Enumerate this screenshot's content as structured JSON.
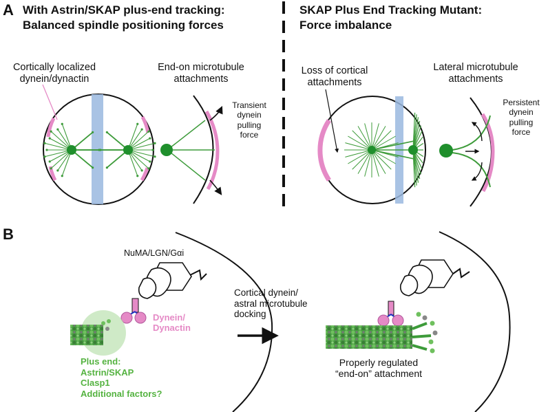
{
  "panel_a": {
    "letter": "A",
    "left_title_1": "With Astrin/SKAP plus-end tracking:",
    "left_title_2": "Balanced spindle positioning forces",
    "right_title_1": "SKAP Plus End Tracking Mutant:",
    "right_title_2": "Force imbalance",
    "cortical_label_1": "Cortically localized",
    "cortical_label_2": "dynein/dynactin",
    "endon_label_1": "End-on microtubule",
    "endon_label_2": "attachments",
    "transient_1": "Transient",
    "transient_2": "dynein",
    "transient_3": "pulling",
    "transient_4": "force",
    "loss_1": "Loss of cortical",
    "loss_2": "attachments",
    "lateral_1": "Lateral microtubule",
    "lateral_2": "attachments",
    "persistent_1": "Persistent",
    "persistent_2": "dynein",
    "persistent_3": "pulling",
    "persistent_4": "force"
  },
  "panel_b": {
    "letter": "B",
    "numa_label": "NuMA/LGN/Gαi",
    "dynein_1": "Dynein/",
    "dynein_2": "Dynactin",
    "plus_end_1": "Plus end:",
    "plus_end_2": "Astrin/SKAP",
    "plus_end_3": "Clasp1",
    "plus_end_4": "Additional factors?",
    "docking_1": "Cortical dynein/",
    "docking_2": "astral microtubule",
    "docking_3": "docking",
    "regulated_1": "Properly regulated",
    "regulated_2": "“end-on” attachment"
  },
  "colors": {
    "microtubule_green": "#3d9b3a",
    "spindle_blue": "#9ab9df",
    "cortex_pink": "#e58ac6",
    "plus_end_halo": "#bfe3b4",
    "dynein_pink": "#e58ac6"
  }
}
